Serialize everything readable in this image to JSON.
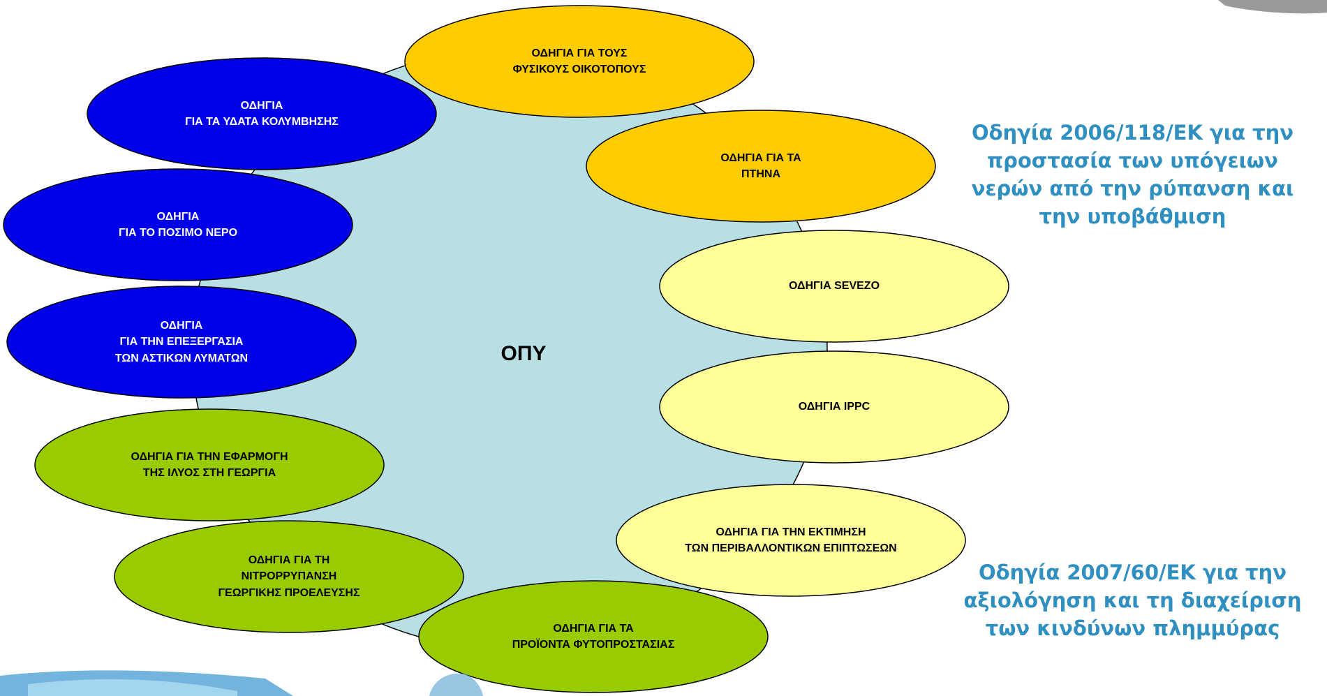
{
  "diagram": {
    "center_label": "ΟΠΥ",
    "colors": {
      "center_fill": "#b8e0e4",
      "blue": "#0000e8",
      "orange": "#ffcc00",
      "pale_yellow": "#ffff99",
      "green": "#99cc00",
      "text_blue": "#2f8fc0"
    },
    "nodes": [
      {
        "id": "bathing-water",
        "label": "ΟΔΗΓΙΑ\nΓΙΑ ΤΑ ΥΔΑΤΑ ΚΟΛΥΜΒΗΣΗΣ",
        "color_group": "blue"
      },
      {
        "id": "drinking-water",
        "label": "ΟΔΗΓΙΑ\nΓΙΑ ΤΟ ΠΟΣΙΜΟ ΝΕΡΟ",
        "color_group": "blue"
      },
      {
        "id": "urban-wastewater",
        "label": "ΟΔΗΓΙΑ\nΓΙΑ ΤΗΝ ΕΠΕΞΕΡΓΑΣΙΑ\nΤΩΝ ΑΣΤΙΚΩΝ ΛΥΜΑΤΩΝ",
        "color_group": "blue"
      },
      {
        "id": "sludge-agriculture",
        "label": "ΟΔΗΓΙΑ ΓΙΑ ΤΗΝ ΕΦΑΡΜΟΓΗ\nΤΗΣ ΙΛΥΟΣ ΣΤΗ ΓΕΩΡΓΙΑ",
        "color_group": "green"
      },
      {
        "id": "nitrates",
        "label": "ΟΔΗΓΙΑ ΓΙΑ ΤΗ\nΝΙΤΡΟΡΡΥΠΑΝΣΗ\nΓΕΩΡΓΙΚΗΣ ΠΡΟΕΛΕΥΣΗΣ",
        "color_group": "green"
      },
      {
        "id": "plant-protection",
        "label": "ΟΔΗΓΙΑ ΓΙΑ ΤΑ\nΠΡΟΪΟΝΤΑ ΦΥΤΟΠΡΟΣΤΑΣΙΑΣ",
        "color_group": "green"
      },
      {
        "id": "habitats",
        "label": "ΟΔΗΓΙΑ ΓΙΑ ΤΟΥΣ\nΦΥΣΙΚΟΥΣ ΟΙΚΟΤΟΠΟΥΣ",
        "color_group": "orange"
      },
      {
        "id": "birds",
        "label": "ΟΔΗΓΙΑ ΓΙΑ ΤΑ\nΠΤΗΝΑ",
        "color_group": "orange"
      },
      {
        "id": "seveso",
        "label": "ΟΔΗΓΙΑ SEVEZO",
        "color_group": "pale_yellow"
      },
      {
        "id": "ippc",
        "label": "ΟΔΗΓΙΑ IPPC",
        "color_group": "pale_yellow"
      },
      {
        "id": "eia",
        "label": "ΟΔΗΓΙΑ  ΓΙΑ ΤΗΝ ΕΚΤΙΜΗΣΗ\nΤΩΝ ΠΕΡΙΒΑΛΛΟΝΤΙΚΩΝ ΕΠΙΠΤΩΣΕΩΝ",
        "color_group": "pale_yellow"
      }
    ]
  },
  "side_notes": {
    "groundwater": "Οδηγία 2006/118/ΕΚ για την\nπροστασία των υπόγειων\nνερών από την ρύπανση και\nτην υποβάθμιση",
    "floods": "Οδηγία 2007/60/ΕΚ για την\nαξιολόγηση και τη διαχείριση\nτων κινδύνων πλημμύρας"
  }
}
